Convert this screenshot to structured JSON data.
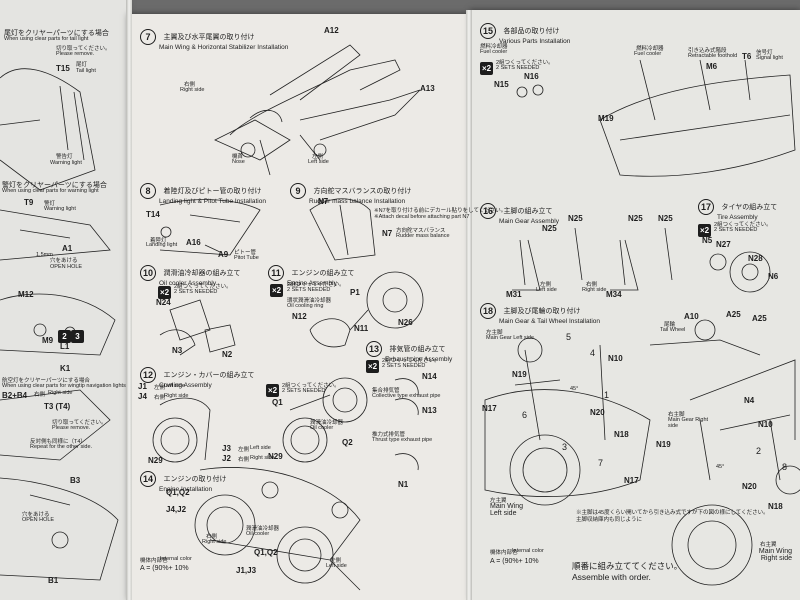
{
  "left": {
    "warn_tail": "尾灯をクリヤーパーツにする場合",
    "warn_tail_en": "When using clear parts for tail light",
    "cut_off": "切り取ってください。",
    "cut_off_en": "Please remove.",
    "tail_light_jp": "尾灯",
    "tail_light_en": "Tail light",
    "t15": "T15",
    "warning_light_jp": "警告灯",
    "warning_light_en": "Warning light",
    "warn_warning": "警灯をクリヤーパーツにする場合",
    "warn_warning_en": "When using clear parts for warning light",
    "t9": "T9",
    "t9_jp": "警灯",
    "t9_en": "Warning light",
    "a1": "A1",
    "open_hole_jp": "穴をあける",
    "open_hole_mm": "1.5mm",
    "open_hole_en": "OPEN HOLE",
    "m12": "M12",
    "m9": "M9",
    "l1": "L1",
    "k1": "K1",
    "nav_warn": "航空灯をクリヤーパーツにする場合",
    "nav_warn_en": "When using clear parts for wingtip navigation lights",
    "b2b4": "B2+B4",
    "right_side_jp": "右側",
    "right_side_en": "Right side",
    "t3t4": "T3 (T4)",
    "remove_jp": "切り取ってください。",
    "remove_en": "Please remove.",
    "repeat_jp": "反対側も同様に（T4）",
    "repeat_en": "Repeat for the other side.",
    "b3": "B3",
    "b1": "B1",
    "open_hole2_jp": "穴をあける",
    "open_hole2_en": "OPEN HOLE",
    "nums": [
      "2",
      "3"
    ]
  },
  "steps": {
    "s7": {
      "num": "7",
      "jp": "主翼及び水平尾翼の取り付け",
      "en": "Main Wing & Horizontal Stabilizer Installation",
      "a12": "A12",
      "a13": "A13",
      "right_jp": "右側",
      "right_en": "Right side",
      "nose_jp": "機首",
      "nose_en": "Nose",
      "left_jp": "左側",
      "left_en": "Left side"
    },
    "s8": {
      "num": "8",
      "jp": "着陸灯及びピトー管の取り付け",
      "en": "Landing light & Pitot Tube Installation",
      "t14": "T14",
      "landing_jp": "着陸灯",
      "landing_en": "Landing light",
      "a16": "A16",
      "a9": "A9",
      "pitot_jp": "ピトー管",
      "pitot_en": "Pitot Tube"
    },
    "s9": {
      "num": "9",
      "jp": "方向舵マスバランスの取り付け",
      "en": "Rudder mass balance Installation",
      "n7": "N7",
      "note_jp": "※N7を取り付ける前にデカール貼りをしてください。",
      "note_en": "※Attach decal before attaching part N7",
      "n7b": "N7",
      "rmb_jp": "方向舵マスバランス",
      "rmb_en": "Rudder mass balance"
    },
    "s10": {
      "num": "10",
      "jp": "潤滑油冷却器の組み立て",
      "en": "Oil cooler Assembly",
      "x2": "×2",
      "sets_jp": "2組つくってください。",
      "sets_en": "2 SETS NEEDED",
      "n24": "N24",
      "n3": "N3",
      "n2": "N2"
    },
    "s11": {
      "num": "11",
      "jp": "エンジンの組み立て",
      "en": "Engine Assembly",
      "x2": "×2",
      "sets_jp": "2組つくってください。",
      "sets_en": "2 SETS NEEDED",
      "oil_jp": "環状潤滑油冷却器",
      "oil_en": "Oil cooling ring",
      "p1": "P1",
      "n12": "N12",
      "n11": "N11",
      "n26": "N26"
    },
    "s12": {
      "num": "12",
      "jp": "エンジン・カバーの組み立て",
      "en": "Cowling Assembly",
      "j1": "J1",
      "j1_jp": "左側",
      "j1_en": "Left side",
      "j4": "J4",
      "j4_jp": "右側",
      "j4_en": "Right side",
      "x2": "×2",
      "sets_jp": "2組つくってください。",
      "sets_en": "2 SETS NEEDED",
      "q1": "Q1",
      "n29": "N29",
      "j3": "J3",
      "j3_jp": "左側",
      "j3_en": "Left side",
      "j2": "J2",
      "j2_jp": "右側",
      "j2_en": "Right side",
      "n29b": "N29",
      "q2": "Q2",
      "oil_jp": "潤滑油冷却器",
      "oil_en": "Oil cooler"
    },
    "s13": {
      "num": "13",
      "jp": "排気管の組み立て",
      "en": "Exhaust pipe Assembly",
      "x2": "×2",
      "sets_jp": "2組つくってください。",
      "sets_en": "2 SETS NEEDED",
      "n14": "N14",
      "coll_jp": "集合排気管",
      "coll_en": "Collective type exhaust pipe",
      "n13": "N13",
      "thrust_jp": "推力式排気管",
      "thrust_en": "Thrust type exhaust pipe",
      "n1": "N1"
    },
    "s14": {
      "num": "14",
      "jp": "エンジンの取り付け",
      "en": "Engine Installation",
      "q1q2": "Q1,Q2",
      "j4j2": "J4,J2",
      "right_jp": "右側",
      "right_en": "Right side",
      "oil_jp": "潤滑油冷却器",
      "oil_en": "Oil cooler",
      "q1q2b": "Q1,Q2",
      "j1j3": "J1,J3",
      "left_jp": "左側",
      "left_en": "Left side",
      "color_jp": "機体内部色",
      "color_en": "Internal color",
      "mix": "A =  (90%+  10%"
    },
    "s15": {
      "num": "15",
      "jp": "各部品の取り付け",
      "en": "Various Parts Installation",
      "fuel_jp": "燃料冷却器",
      "fuel_en": "Fuel cooler",
      "x2": "×2",
      "sets_jp": "2組つくってください。",
      "sets_en": "2 SETS NEEDED",
      "n16": "N16",
      "n15": "N15",
      "m19": "M19",
      "fuel2_jp": "燃料冷却器",
      "fuel2_en": "Fuel cooler",
      "retract_jp": "引き込み式階段",
      "retract_en": "Retractable foothold",
      "m6": "M6",
      "t6": "T6",
      "signal_jp": "信号灯",
      "signal_en": "Signal light"
    },
    "s16": {
      "num": "16",
      "jp": "主脚の組み立て",
      "en": "Main Gear Assembly",
      "n25a": "N25",
      "n25b": "N25",
      "n25c": "N25",
      "n25d": "N25",
      "m31": "M31",
      "left_jp": "左側",
      "left_en": "Left side",
      "right_jp": "右側",
      "right_en": "Right side",
      "m34": "M34"
    },
    "s17": {
      "num": "17",
      "jp": "タイヤの組み立て",
      "en": "Tire Assembly",
      "x2": "×2",
      "sets_jp": "2組つくってください。",
      "sets_en": "2 SETS NEEDED",
      "n5": "N5",
      "n27": "N27",
      "n28": "N28",
      "n6": "N6"
    },
    "s18": {
      "num": "18",
      "jp": "主脚及び尾輪の取り付け",
      "en": "Main Gear & Tail Wheel Installation",
      "n10": "N10",
      "left_gear_jp": "左主脚",
      "left_gear_en": "Main Gear Left side",
      "n17": "N17",
      "n19": "N19",
      "n20": "N20",
      "n18": "N18",
      "a10": "A10",
      "a25": "A25",
      "a25b": "A25",
      "tail_jp": "尾輪",
      "tail_en": "Tail Wheel",
      "n4": "N4",
      "n10b": "N10",
      "right_gear_jp": "右主脚",
      "right_gear_en": "Main Gear Right side",
      "n19b": "N19",
      "n17b": "N17",
      "n20b": "N20",
      "n18b": "N18",
      "wing_l_jp": "左主翼",
      "wing_l_en": "Main Wing Left side",
      "wing_r_jp": "右主翼",
      "wing_r_en": "Main Wing Right side",
      "angle": "45°",
      "angle2": "45°",
      "note_jp": "※主脚は45度くらい開いてから引き込み式ですが下の図の様にしてください。",
      "note_jp2": "主脚収納庫内も同じように",
      "color_jp": "機体内部色",
      "color_en": "Internal color",
      "mix": "A =  (90%+  10%",
      "n_nums": [
        "1",
        "2",
        "3",
        "4",
        "5",
        "6",
        "7",
        "8"
      ]
    }
  },
  "footer": {
    "jp": "順番に組み立ててください。",
    "en": "Assemble with order."
  }
}
